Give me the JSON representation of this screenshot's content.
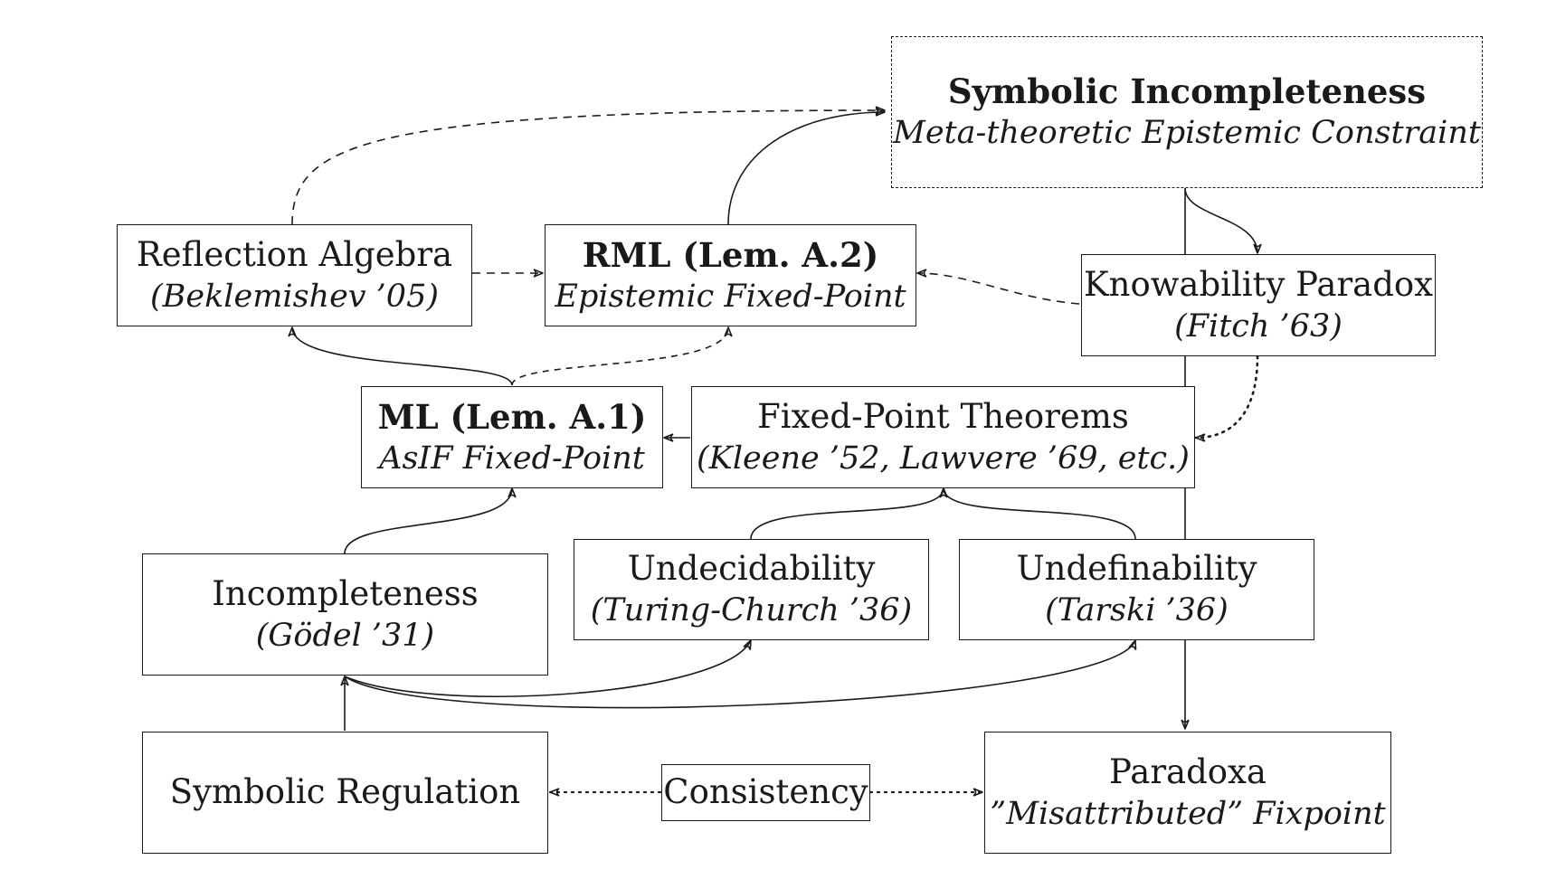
{
  "nodes": {
    "symbolic_incompleteness": {
      "title": "Symbolic Incompleteness",
      "subtitle": "Meta-theoretic Epistemic Constraint"
    },
    "reflection_algebra": {
      "title": "Reflection Algebra",
      "subtitle": "(Beklemishev ’05)"
    },
    "rml": {
      "title": "RML (Lem. A.2)",
      "subtitle": "Epistemic Fixed-Point"
    },
    "knowability": {
      "title": "Knowability Paradox",
      "subtitle": "(Fitch ’63)"
    },
    "ml": {
      "title": "ML (Lem. A.1)",
      "subtitle": "AsIF Fixed-Point"
    },
    "fixed_point": {
      "title": "Fixed-Point Theorems",
      "subtitle": "(Kleene ’52, Lawvere ’69, etc.)"
    },
    "incompleteness": {
      "title": "Incompleteness",
      "subtitle": "(Gödel ’31)"
    },
    "undecidability": {
      "title": "Undecidability",
      "subtitle": "(Turing-Church ’36)"
    },
    "undefinability": {
      "title": "Undefinability",
      "subtitle": "(Tarski ’36)"
    },
    "symbolic_regulation": {
      "title": "Symbolic Regulation"
    },
    "consistency": {
      "title": "Consistency"
    },
    "paradoxa": {
      "title": "Paradoxa",
      "subtitle": "”Misattributed” Fixpoint"
    }
  },
  "edges": [
    {
      "from": "reflection_algebra",
      "to": "symbolic_incompleteness",
      "style": "dashed"
    },
    {
      "from": "rml",
      "to": "symbolic_incompleteness",
      "style": "solid"
    },
    {
      "from": "symbolic_incompleteness",
      "to": "knowability",
      "style": "solid"
    },
    {
      "from": "symbolic_incompleteness",
      "to": "paradoxa",
      "style": "solid"
    },
    {
      "from": "reflection_algebra",
      "to": "rml",
      "style": "dashed"
    },
    {
      "from": "knowability",
      "to": "rml",
      "style": "dashed"
    },
    {
      "from": "ml",
      "to": "reflection_algebra",
      "style": "solid"
    },
    {
      "from": "ml",
      "to": "rml",
      "style": "dashed"
    },
    {
      "from": "fixed_point",
      "to": "ml",
      "style": "solid"
    },
    {
      "from": "knowability",
      "to": "fixed_point",
      "style": "dotted",
      "bidirectional": true
    },
    {
      "from": "incompleteness",
      "to": "ml",
      "style": "solid"
    },
    {
      "from": "undecidability",
      "to": "fixed_point",
      "style": "solid"
    },
    {
      "from": "undefinability",
      "to": "fixed_point",
      "style": "solid"
    },
    {
      "from": "incompleteness",
      "to": "undecidability",
      "style": "solid"
    },
    {
      "from": "incompleteness",
      "to": "undefinability",
      "style": "solid"
    },
    {
      "from": "symbolic_regulation",
      "to": "incompleteness",
      "style": "solid"
    },
    {
      "from": "consistency",
      "to": "symbolic_regulation",
      "style": "dotted"
    },
    {
      "from": "consistency",
      "to": "paradoxa",
      "style": "dotted"
    }
  ]
}
